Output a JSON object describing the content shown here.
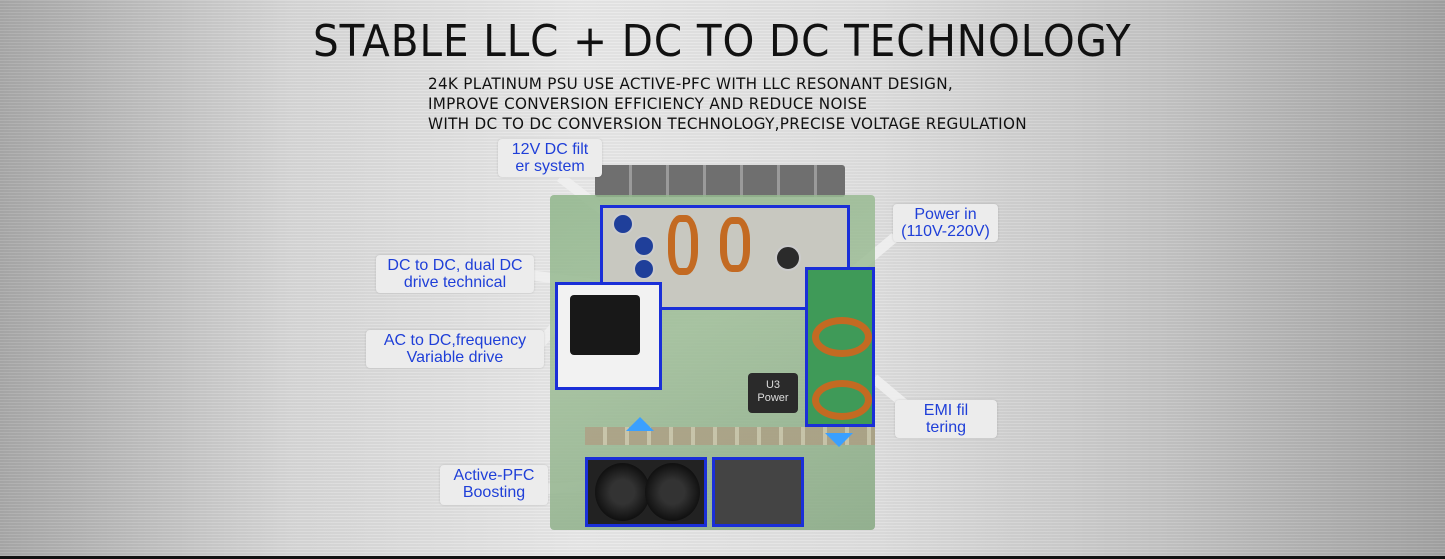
{
  "headline": "STABLE LLC + DC TO DC TECHNOLOGY",
  "subtitle_lines": [
    "24K PLATINUM PSU USE ACTIVE-PFC WITH LLC RESONANT DESIGN,",
    "IMPROVE CONVERSION EFFICIENCY AND REDUCE NOISE",
    "WITH DC TO DC CONVERSION TECHNOLOGY,PRECISE VOLTAGE REGULATION"
  ],
  "callouts": {
    "dc_filter": [
      "12V DC filt",
      "er system"
    ],
    "dc_to_dc": [
      "DC to DC, dual DC",
      "drive technical"
    ],
    "ac_to_dc": [
      "AC to DC,frequency",
      "Variable drive"
    ],
    "active_pfc": [
      "Active-PFC",
      "Boosting"
    ],
    "power_in": [
      "Power in",
      "(110V-220V)"
    ],
    "emi": [
      "EMI fil",
      "tering"
    ]
  },
  "chip_label": [
    "U3",
    "Power"
  ],
  "colors": {
    "callout_text": "#1f3fd8",
    "outline": "#1a2fd8",
    "arrow": "#3aa0ff"
  }
}
